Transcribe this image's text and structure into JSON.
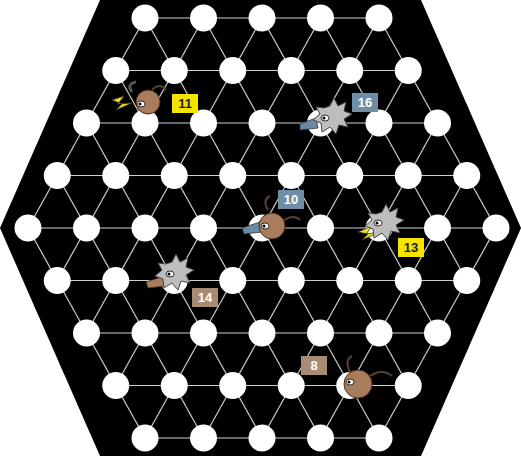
{
  "diagram": {
    "nodes": [
      {
        "text": [
          "11"
        ]
      },
      {
        "text": [
          "16"
        ]
      },
      {
        "text": [
          "10"
        ]
      },
      {
        "text": [
          "13"
        ]
      },
      {
        "text": [
          "14"
        ]
      },
      {
        "text": [
          "8"
        ]
      }
    ]
  }
}
